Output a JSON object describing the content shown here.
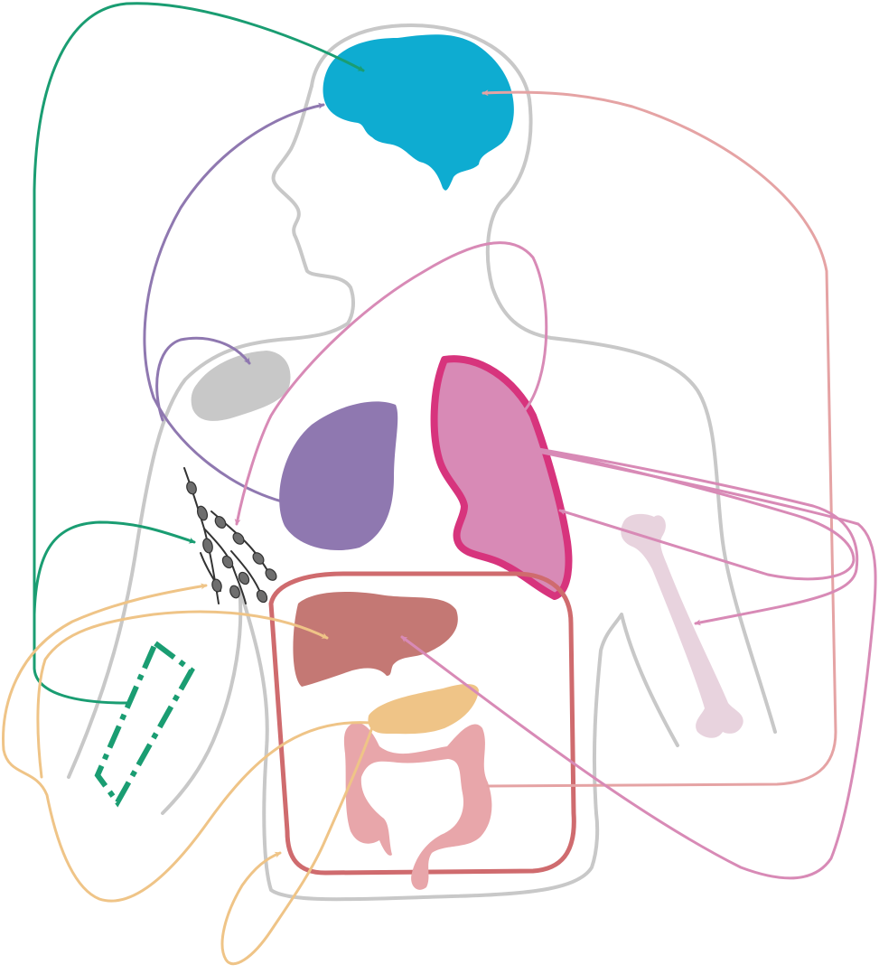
{
  "colors": {
    "body_outline": "#c8c8c8",
    "brain": "#0eacd1",
    "thymus": "#c8c8c8",
    "heart": "#8f78b0",
    "lung_fill": "#d88ab6",
    "lung_border": "#d7347d",
    "liver": "#c47874",
    "abdomen_border": "#cf6b6e",
    "pancreas": "#efc487",
    "intestine": "#e8a6aa",
    "bone": "#e8d3de",
    "lymph": "#5a5a5a",
    "adipose": "#1a9d72",
    "arrow_green": "#1a9d72",
    "arrow_purple": "#8f78b0",
    "arrow_pink": "#d88ab6",
    "arrow_salmon": "#e5a3a4",
    "arrow_yellow": "#efc487"
  },
  "organs": [
    "brain",
    "thymus",
    "heart",
    "lung",
    "liver",
    "pancreas",
    "intestine",
    "bone",
    "lymph-nodes",
    "adipose-tissue"
  ]
}
